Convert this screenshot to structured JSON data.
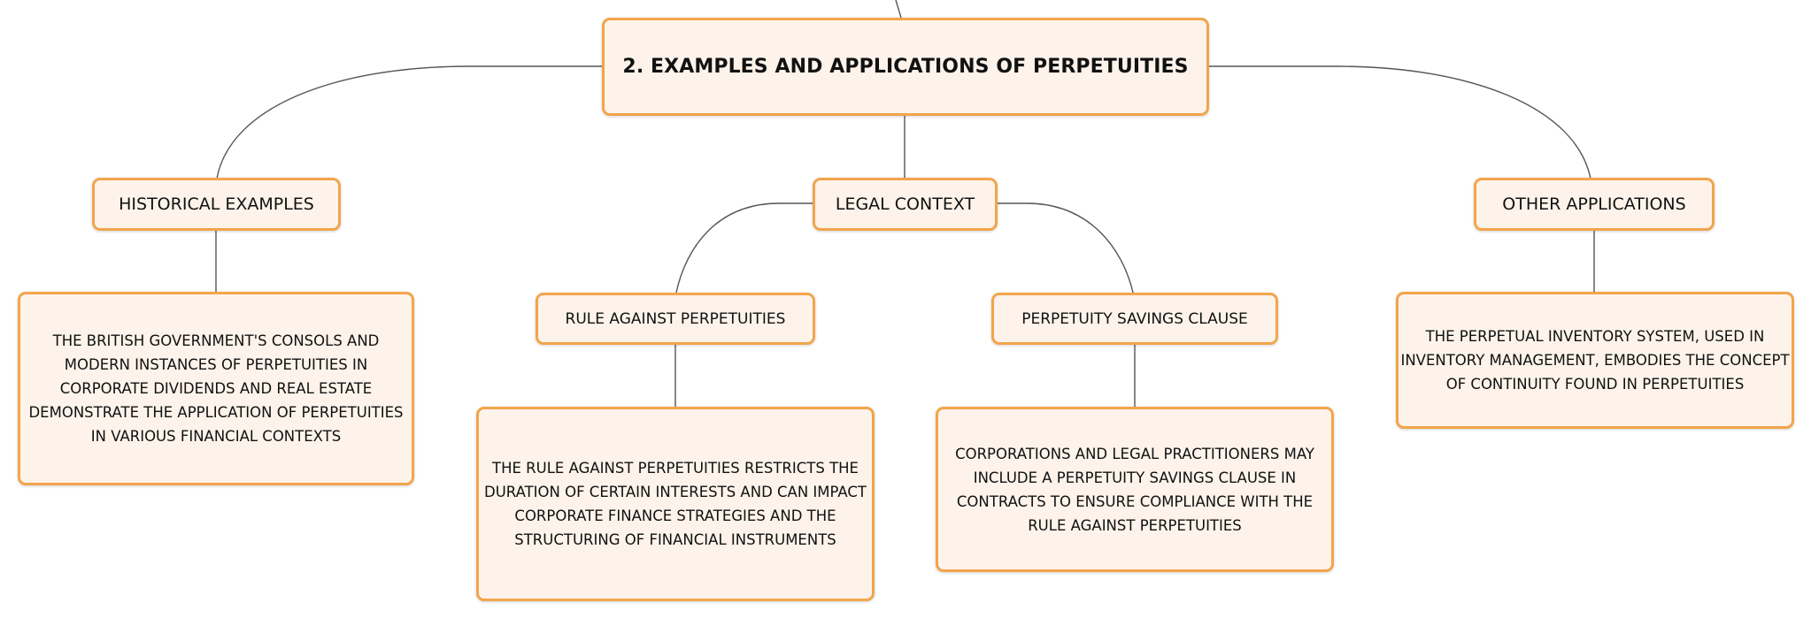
{
  "colors": {
    "node_fill": "#fdf3ea",
    "node_border": "#f2a54c",
    "connector": "#555555"
  },
  "root": {
    "title": "2. EXAMPLES AND APPLICATIONS OF PERPETUITIES"
  },
  "branches": {
    "historical": {
      "label": "HISTORICAL EXAMPLES",
      "detail": "THE BRITISH GOVERNMENT'S CONSOLS AND MODERN INSTANCES OF PERPETUITIES IN CORPORATE DIVIDENDS AND REAL ESTATE DEMONSTRATE THE APPLICATION OF PERPETUITIES IN VARIOUS FINANCIAL CONTEXTS"
    },
    "legal": {
      "label": "LEGAL CONTEXT",
      "children": {
        "rule": {
          "label": "RULE AGAINST PERPETUITIES",
          "detail": "THE RULE AGAINST PERPETUITIES RESTRICTS THE DURATION OF CERTAIN INTERESTS AND CAN IMPACT CORPORATE FINANCE STRATEGIES AND THE STRUCTURING OF FINANCIAL INSTRUMENTS"
        },
        "savings": {
          "label": "PERPETUITY SAVINGS CLAUSE",
          "detail": "CORPORATIONS AND LEGAL PRACTITIONERS MAY INCLUDE A PERPETUITY SAVINGS CLAUSE IN CONTRACTS TO ENSURE COMPLIANCE WITH THE RULE AGAINST PERPETUITIES"
        }
      }
    },
    "other": {
      "label": "OTHER APPLICATIONS",
      "detail": "THE PERPETUAL INVENTORY SYSTEM, USED IN INVENTORY MANAGEMENT, EMBODIES THE CONCEPT OF CONTINUITY FOUND IN PERPETUITIES"
    }
  }
}
